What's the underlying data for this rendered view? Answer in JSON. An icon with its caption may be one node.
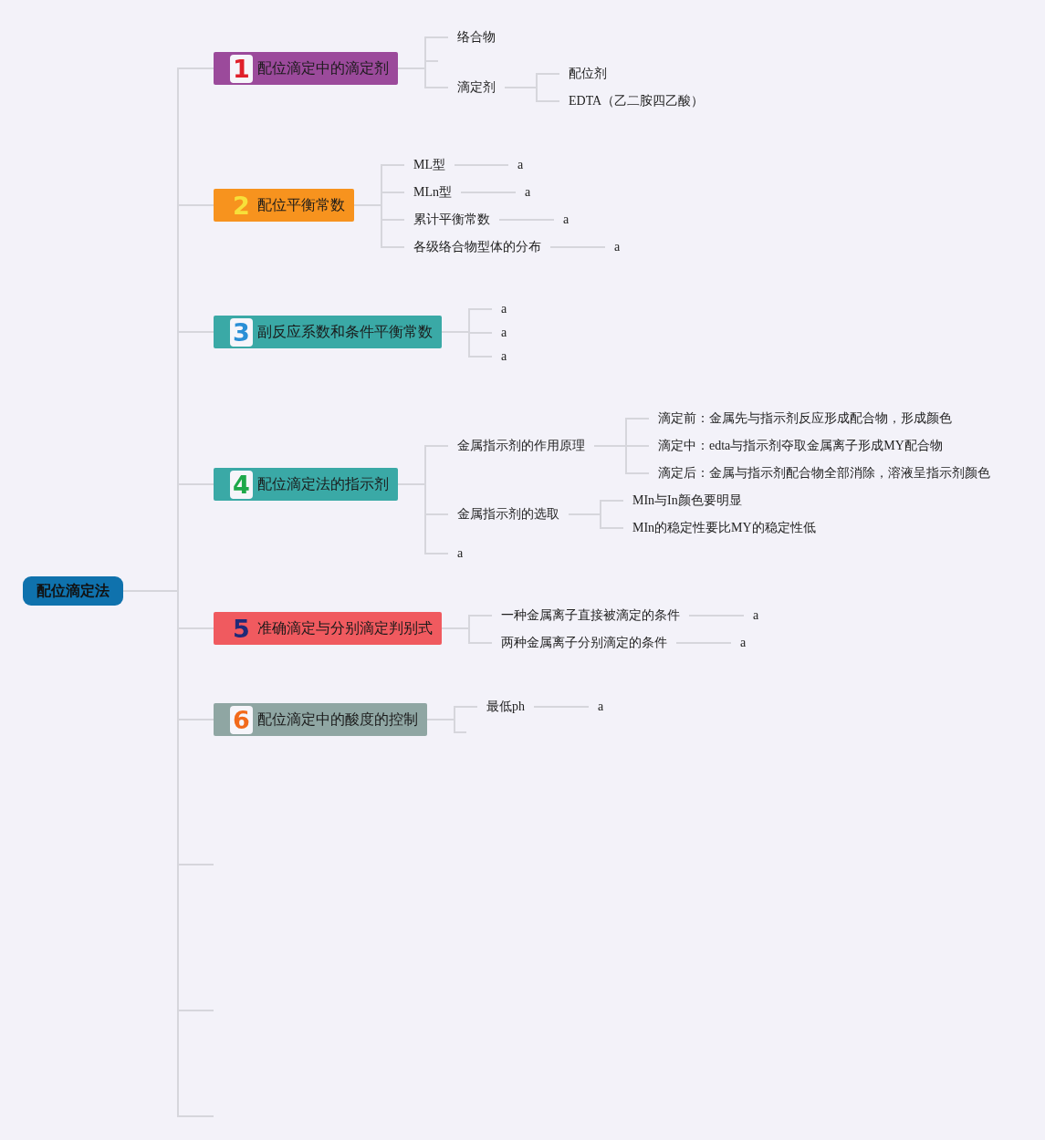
{
  "diagram": {
    "nodes": [
      {
        "text": [
          "配位滴定法"
        ]
      },
      {
        "text": [
          "1",
          "配位滴定中的滴定剂"
        ]
      },
      {
        "text": [
          "络合物"
        ]
      },
      {
        "text": [
          "滴定剂"
        ]
      },
      {
        "text": [
          "配位剂"
        ]
      },
      {
        "text": [
          "EDTA（乙二胺四乙酸）"
        ]
      },
      {
        "text": [
          "2",
          "配位平衡常数"
        ]
      },
      {
        "text": [
          "ML型"
        ]
      },
      {
        "text": [
          "a"
        ]
      },
      {
        "text": [
          "MLn型"
        ]
      },
      {
        "text": [
          "a"
        ]
      },
      {
        "text": [
          "累计平衡常数"
        ]
      },
      {
        "text": [
          "a"
        ]
      },
      {
        "text": [
          "各级络合物型体的分布"
        ]
      },
      {
        "text": [
          "a"
        ]
      },
      {
        "text": [
          "3",
          "副反应系数和条件平衡常数"
        ]
      },
      {
        "text": [
          "a"
        ]
      },
      {
        "text": [
          "a"
        ]
      },
      {
        "text": [
          "a"
        ]
      },
      {
        "text": [
          "4",
          "配位滴定法的指示剂"
        ]
      },
      {
        "text": [
          "金属指示剂的作用原理"
        ]
      },
      {
        "text": [
          "滴定前：金属先与指示剂反应形成配合物，形成颜色"
        ]
      },
      {
        "text": [
          "滴定中：edta与指示剂夺取金属离子形成MY配合物"
        ]
      },
      {
        "text": [
          "滴定后：金属与指示剂配合物全部消除，溶液呈指示剂颜色"
        ]
      },
      {
        "text": [
          "金属指示剂的选取"
        ]
      },
      {
        "text": [
          "MIn与In颜色要明显"
        ]
      },
      {
        "text": [
          "MIn的稳定性要比MY的稳定性低"
        ]
      },
      {
        "text": [
          "a"
        ]
      },
      {
        "text": [
          "5",
          "准确滴定与分别滴定判别式"
        ]
      },
      {
        "text": [
          "一种金属离子直接被滴定的条件"
        ]
      },
      {
        "text": [
          "a"
        ]
      },
      {
        "text": [
          "两种金属离子分别滴定的条件"
        ]
      },
      {
        "text": [
          "a"
        ]
      },
      {
        "text": [
          "6",
          "配位滴定中的酸度的控制"
        ]
      },
      {
        "text": [
          "最低ph"
        ]
      },
      {
        "text": [
          "a"
        ]
      }
    ],
    "edges": [
      {
        "from": 0,
        "to": 1,
        "arrow": "none"
      },
      {
        "from": 0,
        "to": 6,
        "arrow": "none"
      },
      {
        "from": 0,
        "to": 15,
        "arrow": "none"
      },
      {
        "from": 0,
        "to": 19,
        "arrow": "none"
      },
      {
        "from": 0,
        "to": 28,
        "arrow": "none"
      },
      {
        "from": 0,
        "to": 33,
        "arrow": "none"
      },
      {
        "from": 0,
        "to": null,
        "arrow": "none"
      },
      {
        "from": 0,
        "to": null,
        "arrow": "none"
      },
      {
        "from": 0,
        "to": null,
        "arrow": "none"
      },
      {
        "from": 1,
        "to": 2,
        "arrow": "none"
      },
      {
        "from": 1,
        "to": null,
        "arrow": "none"
      },
      {
        "from": 1,
        "to": 3,
        "arrow": "none"
      },
      {
        "from": 3,
        "to": 4,
        "arrow": "none"
      },
      {
        "from": 3,
        "to": 5,
        "arrow": "none"
      },
      {
        "from": 6,
        "to": 7,
        "arrow": "none"
      },
      {
        "from": 6,
        "to": 9,
        "arrow": "none"
      },
      {
        "from": 6,
        "to": 11,
        "arrow": "none"
      },
      {
        "from": 6,
        "to": 13,
        "arrow": "none"
      },
      {
        "from": 7,
        "to": 8,
        "arrow": "none"
      },
      {
        "from": 9,
        "to": 10,
        "arrow": "none"
      },
      {
        "from": 11,
        "to": 12,
        "arrow": "none"
      },
      {
        "from": 13,
        "to": 14,
        "arrow": "none"
      },
      {
        "from": 15,
        "to": 16,
        "arrow": "none"
      },
      {
        "from": 15,
        "to": 17,
        "arrow": "none"
      },
      {
        "from": 15,
        "to": 18,
        "arrow": "none"
      },
      {
        "from": 19,
        "to": 20,
        "arrow": "none"
      },
      {
        "from": 19,
        "to": 24,
        "arrow": "none"
      },
      {
        "from": 19,
        "to": 27,
        "arrow": "none"
      },
      {
        "from": 20,
        "to": 21,
        "arrow": "none"
      },
      {
        "from": 20,
        "to": 22,
        "arrow": "none"
      },
      {
        "from": 20,
        "to": 23,
        "arrow": "none"
      },
      {
        "from": 24,
        "to": 25,
        "arrow": "none"
      },
      {
        "from": 24,
        "to": 26,
        "arrow": "none"
      },
      {
        "from": 28,
        "to": 29,
        "arrow": "none"
      },
      {
        "from": 28,
        "to": 31,
        "arrow": "none"
      },
      {
        "from": 29,
        "to": 30,
        "arrow": "none"
      },
      {
        "from": 31,
        "to": 32,
        "arrow": "none"
      },
      {
        "from": 33,
        "to": 34,
        "arrow": "none"
      },
      {
        "from": 33,
        "to": null,
        "arrow": "none"
      },
      {
        "from": 34,
        "to": 35,
        "arrow": "none"
      }
    ]
  }
}
